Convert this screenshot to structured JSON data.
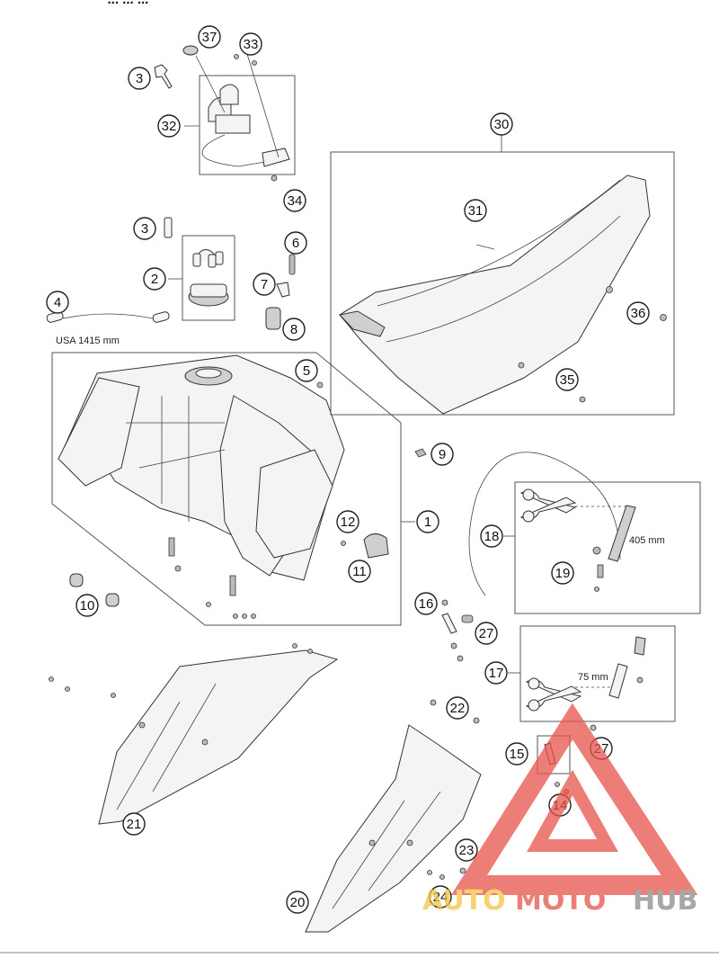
{
  "header_fragment": "... ... ...",
  "callouts": [
    "1",
    "2",
    "3",
    "4",
    "5",
    "6",
    "7",
    "8",
    "9",
    "10",
    "11",
    "12",
    "14",
    "15",
    "16",
    "17",
    "18",
    "19",
    "20",
    "21",
    "22",
    "23",
    "24",
    "27",
    "30",
    "31",
    "32",
    "33",
    "34",
    "35",
    "36",
    "37"
  ],
  "labels": {
    "c1": "1",
    "c2": "2",
    "c3a": "3",
    "c3b": "3",
    "c4": "4",
    "c5": "5",
    "c6": "6",
    "c7": "7",
    "c8": "8",
    "c9": "9",
    "c10": "10",
    "c11": "11",
    "c12": "12",
    "c14": "14",
    "c15": "15",
    "c16": "16",
    "c17": "17",
    "c18": "18",
    "c19": "19",
    "c20": "20",
    "c21": "21",
    "c22": "22",
    "c23": "23",
    "c24": "24",
    "c27a": "27",
    "c27b": "27",
    "c30": "30",
    "c31": "31",
    "c32": "32",
    "c33": "33",
    "c34": "34",
    "c35": "35",
    "c36": "36",
    "c37": "37"
  },
  "dimensions": {
    "fuel_line": "USA 1415 mm",
    "hose_long": "405 mm",
    "hose_short": "75 mm"
  },
  "watermark": {
    "part1": "AUTO",
    "part2": "MOTO",
    "part3": "HUB",
    "color_auto": "#f4c542",
    "color_moto": "#e8524a",
    "color_hub": "#8a8a8a"
  }
}
